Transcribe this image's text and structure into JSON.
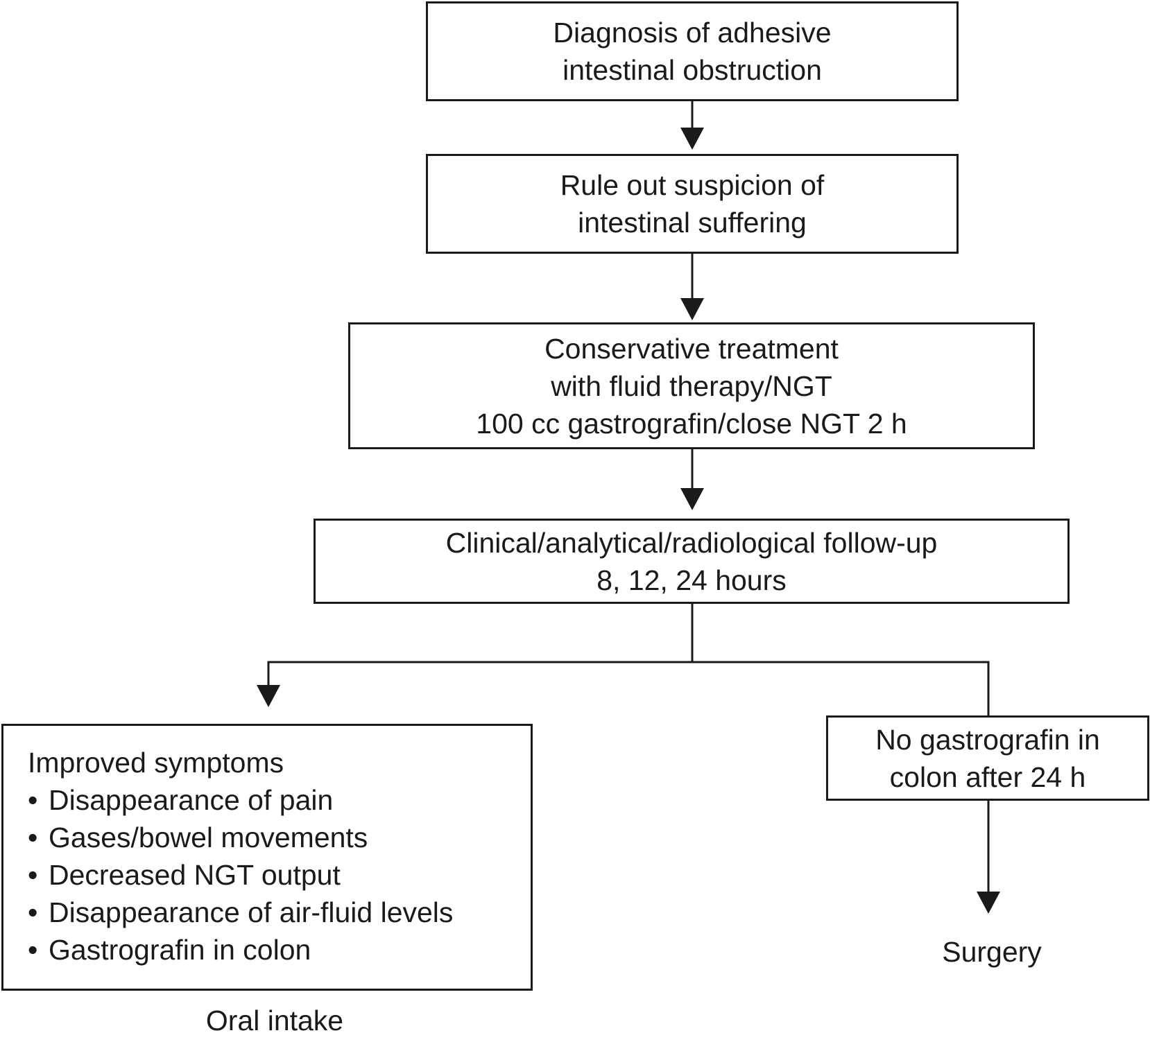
{
  "nodes": {
    "diagnosis": {
      "lines": [
        "Diagnosis of adhesive",
        "intestinal obstruction"
      ]
    },
    "rule_out": {
      "lines": [
        "Rule out suspicion of",
        "intestinal suffering"
      ]
    },
    "conservative": {
      "lines": [
        "Conservative treatment",
        "with fluid therapy/NGT",
        "100 cc gastrografin/close NGT 2 h"
      ]
    },
    "follow_up": {
      "lines": [
        "Clinical/analytical/radiological follow-up",
        "8, 12, 24 hours"
      ]
    },
    "improved": {
      "title": "Improved symptoms",
      "bullet_glyph": "•",
      "items": [
        "Disappearance of pain",
        "Gases/bowel movements",
        "Decreased NGT output",
        "Disappearance of air-fluid levels",
        "Gastrografin in colon"
      ]
    },
    "no_gastrografin": {
      "lines": [
        "No gastrografin in",
        "colon after 24 h"
      ]
    }
  },
  "outcomes": {
    "oral_intake": "Oral intake",
    "surgery": "Surgery"
  },
  "colors": {
    "stroke": "#1a1a1a",
    "background": "#ffffff"
  }
}
